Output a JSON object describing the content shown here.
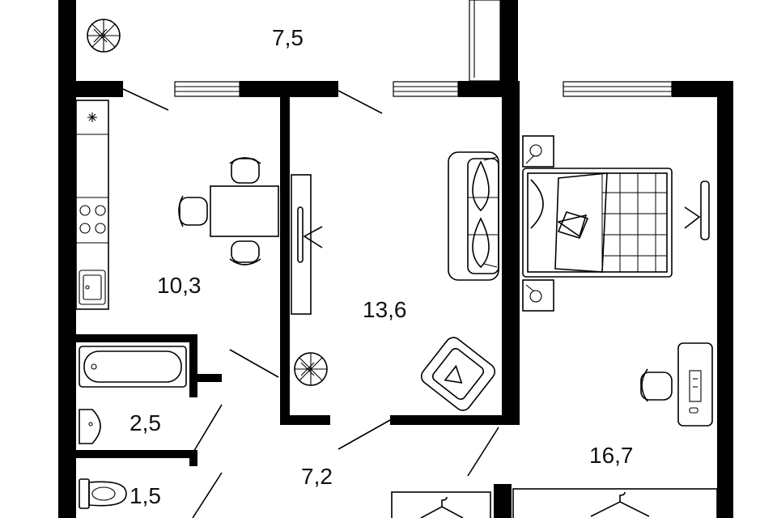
{
  "floor_plan": {
    "rooms": [
      {
        "id": "balcony",
        "area": "7,5"
      },
      {
        "id": "kitchen",
        "area": "10,3"
      },
      {
        "id": "living-room",
        "area": "13,6"
      },
      {
        "id": "bathroom",
        "area": "2,5"
      },
      {
        "id": "toilet",
        "area": "1,5"
      },
      {
        "id": "hallway",
        "area": "7,2"
      },
      {
        "id": "bedroom",
        "area": "16,7"
      }
    ]
  },
  "colors": {
    "wall": "#000000",
    "background": "#ffffff",
    "text": "#111111"
  }
}
